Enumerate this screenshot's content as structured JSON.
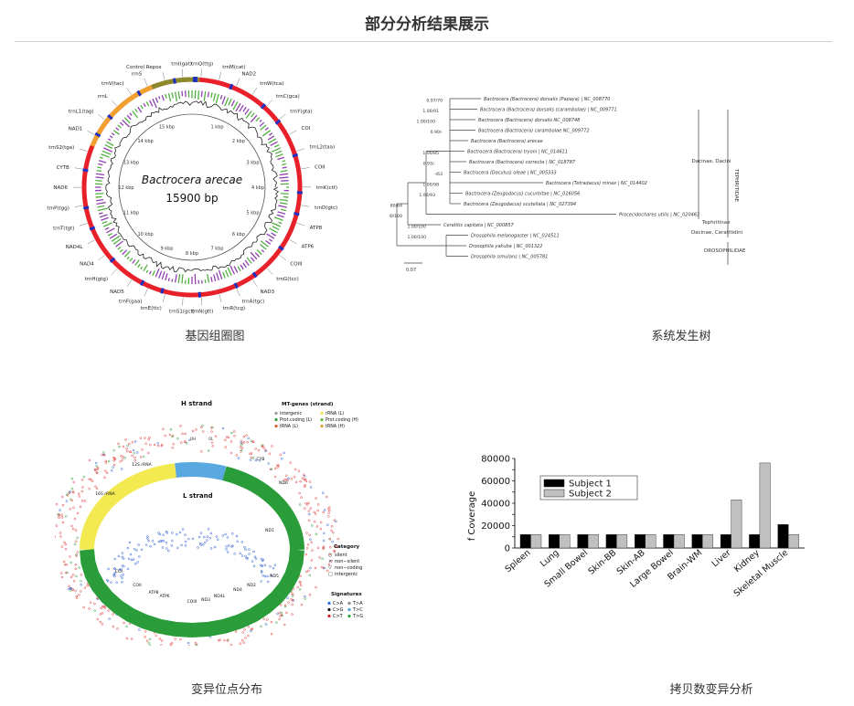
{
  "page": {
    "title": "部分分析结果展示"
  },
  "figures": [
    {
      "caption": "基因组圈图"
    },
    {
      "caption": "系统发生树"
    },
    {
      "caption": "变异位点分布"
    },
    {
      "caption": "拷贝数变异分析"
    }
  ],
  "genome_map": {
    "species": "Bactrocera arecae",
    "size": "15900 bp",
    "kbp_labels": [
      "1 kbp",
      "2 kbp",
      "3 kbp",
      "4 kbp",
      "5 kbp",
      "6 kbp",
      "7 kbp",
      "8 kbp",
      "9 kbp",
      "10 kbp",
      "11 kbp",
      "12 kbp",
      "13 kbp",
      "14 kbp",
      "15 kbp"
    ],
    "genes": [
      "Control Repos",
      "trnI(gat)",
      "trnQ(ttg)",
      "trnM(cat)",
      "NAD2",
      "trnW(tca)",
      "trnC(gca)",
      "trnY(gta)",
      "COI",
      "trnL2(taa)",
      "COII",
      "trnK(ctt)",
      "trnD(gtc)",
      "ATP8",
      "ATP6",
      "COIII",
      "trnG(tcc)",
      "NAD3",
      "trnA(tgc)",
      "trnR(tcg)",
      "trnN(gtt)",
      "trnS1(gct)",
      "trnE(ttc)",
      "trnF(gaa)",
      "NAD5",
      "trnH(gtg)",
      "NAD4",
      "NAD4L",
      "trnT(tgt)",
      "trnP(tgg)",
      "NAD6",
      "CYTB",
      "trnS2(tga)",
      "NAD1",
      "trnL1(tag)",
      "rrnL",
      "trnV(tac)",
      "rrnS"
    ]
  },
  "phylo_tree": {
    "taxa": [
      "Bactrocera (Bactrocera) dorsalis (Papaya) | NC_008770",
      "Bactrocera (Bactrocera) dorsalis (carambolae) | NC_009771",
      "Bactrocera (Bactrocera) dorsalis NC_008748",
      "Bactrocera (Bactrocera) carambolae NC_009772",
      "Bactrocera (Bactrocera) arecae",
      "Bactrocera (Bactrocera) tryoni | NC_014611",
      "Bactrocera (Bactrocera) correcta | NC_018787",
      "Bactrocera (Daculus) oleae | NC_005333",
      "Bactrocera (Tetradacus) minax | NC_014402",
      "Bactrocera (Zeugodacus) cucurbitae | NC_016056",
      "Bactrocera (Zeugodacus) scutellata | NC_027394",
      "Procecidochares utilis | NC_020463",
      "Ceratitis capitata | NC_000857",
      "Drosophila melanogaster | NC_024511",
      "Drosophila yakuba | NC_001322",
      "Drosophila simulans | NC_005781"
    ],
    "support": [
      "0.97/70",
      "1.00/91",
      "1.00/100",
      "0.90/-",
      "1.00/85",
      "0.93/-",
      "-/63",
      "1.00/98",
      "1.00/93",
      "0.80/64",
      "1.00/100",
      "1.00/100",
      "1.00/100"
    ],
    "groups": [
      "Dacinae, Dacini",
      "Tephritinae",
      "Dacinae, Ceratitidini",
      "TEPHRITIDAE",
      "DROSOPHILIDAE"
    ],
    "scale": "0.07"
  },
  "variant_map": {
    "h_strand": "H strand",
    "l_strand": "L strand",
    "legend_title": "MT-genes (strand)",
    "legend_items": [
      {
        "label": "intergenic",
        "color": "#999999"
      },
      {
        "label": "rRNA (L)",
        "color": "#f2e94e"
      },
      {
        "label": "Prot.coding (L)",
        "color": "#2a9d3a"
      },
      {
        "label": "Prot.coding (H)",
        "color": "#5bbf3a"
      },
      {
        "label": "tRNA (L)",
        "color": "#e05a3a"
      },
      {
        "label": "tRNA (H)",
        "color": "#e59a3a"
      }
    ],
    "segments": [
      "D-LOOP",
      "12S rRNA",
      "16S rRNA",
      "CYB",
      "ND6",
      "ND5",
      "ND4",
      "ND4L",
      "ND3",
      "COIII",
      "ATP6",
      "ATP8",
      "COII",
      "COI",
      "ND2",
      "ND1"
    ],
    "category_title": "Category",
    "categories": [
      "silent",
      "non−silent",
      "non−coding",
      "intergenic"
    ],
    "signature_title": "Signatures",
    "signatures": [
      {
        "label": "C>A",
        "color": "#2a6ee0"
      },
      {
        "label": "T>A",
        "color": "#8a8a8a"
      },
      {
        "label": "C>G",
        "color": "#101010"
      },
      {
        "label": "T>C",
        "color": "#4aa0d0"
      },
      {
        "label": "C>T",
        "color": "#e02020"
      },
      {
        "label": "T>G",
        "color": "#2aa040"
      }
    ],
    "ori_labels": [
      "OH",
      "OL"
    ]
  },
  "chart_data": {
    "type": "bar",
    "ylabel": "f Coverage",
    "ylim": [
      0,
      80000
    ],
    "yticks": [
      0,
      10000,
      20000,
      30000,
      40000,
      50000,
      60000,
      70000,
      80000
    ],
    "ytick_labels": [
      "0",
      "",
      "20000",
      "",
      "40000",
      "",
      "60000",
      "",
      "80000"
    ],
    "categories": [
      "Spleen",
      "Lung",
      "Small Bowel",
      "Skin-BB",
      "Skin-AB",
      "Large Bowel",
      "Brain-WM",
      "Liver",
      "Kidney",
      "Skeletal Muscle"
    ],
    "series": [
      {
        "name": "Subject 1",
        "color": "#000000",
        "values": [
          12000,
          12000,
          12000,
          12000,
          12000,
          12000,
          12000,
          12000,
          12000,
          21000
        ]
      },
      {
        "name": "Subject 2",
        "color": "#c0c0c0",
        "values": [
          12000,
          12000,
          12000,
          12000,
          12000,
          12000,
          12000,
          43000,
          76000,
          12000
        ]
      }
    ],
    "legend": "top-left",
    "grid": false
  }
}
